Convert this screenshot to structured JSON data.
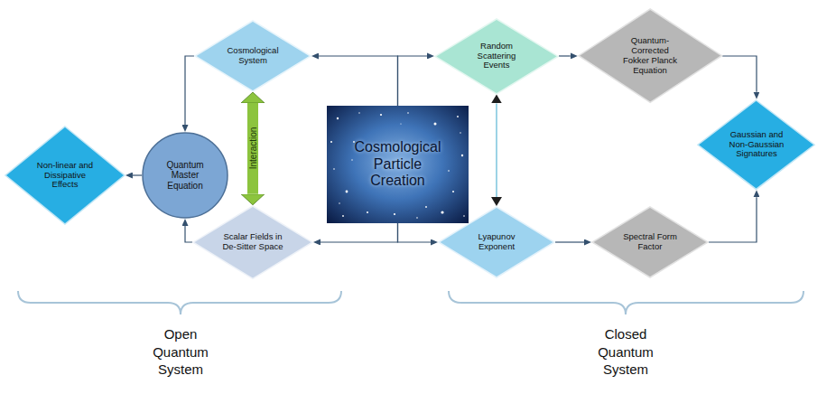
{
  "diagram": {
    "nodes": [
      {
        "text": [
          "Non-linear and Dissipative Effects"
        ]
      },
      {
        "text": [
          "Quantum Master Equation"
        ]
      },
      {
        "text": [
          "Cosmological System"
        ]
      },
      {
        "text": [
          "Scalar Fields in De-Sitter Space"
        ]
      },
      {
        "text": [
          "Cosmological Particle Creation"
        ]
      },
      {
        "text": [
          "Random Scattering Events"
        ]
      },
      {
        "text": [
          "Lyapunov Exponent"
        ]
      },
      {
        "text": [
          "Quantum-Corrected Fokker Planck Equation"
        ]
      },
      {
        "text": [
          "Spectral Form Factor"
        ]
      },
      {
        "text": [
          "Gaussian and Non-Gaussian Signatures"
        ]
      }
    ],
    "edges": [
      {
        "from": 4,
        "to": 2,
        "arrow": "to"
      },
      {
        "from": 4,
        "to": 5,
        "arrow": "to"
      },
      {
        "from": 4,
        "to": 3,
        "arrow": "to"
      },
      {
        "from": 4,
        "to": 6,
        "arrow": "to"
      },
      {
        "from": 2,
        "to": 1,
        "arrow": "to"
      },
      {
        "from": 3,
        "to": 1,
        "arrow": "to"
      },
      {
        "from": 1,
        "to": 0,
        "arrow": "to"
      },
      {
        "from": 2,
        "to": 3,
        "label": "Interaction",
        "arrow": "both"
      },
      {
        "from": 5,
        "to": 7,
        "arrow": "to"
      },
      {
        "from": 5,
        "to": 6,
        "arrow": "both"
      },
      {
        "from": 6,
        "to": 8,
        "arrow": "to"
      },
      {
        "from": 7,
        "to": 9,
        "arrow": "to"
      },
      {
        "from": 8,
        "to": 9,
        "arrow": "to"
      }
    ],
    "labels": [
      "Open Quantum System",
      "Closed Quantum System"
    ]
  }
}
